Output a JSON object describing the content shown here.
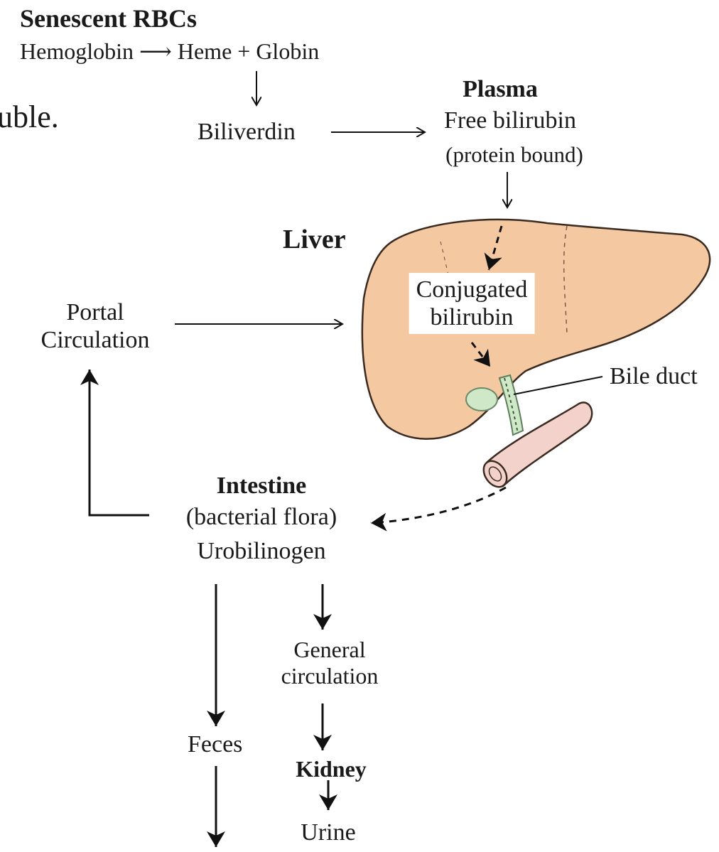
{
  "colors": {
    "liver_fill": "#f4c9a2",
    "liver_stroke": "#3a2a20",
    "duct_fill": "#cfe8c8",
    "intestine_fill": "#f3d2cc",
    "line": "#111111"
  },
  "labels": {
    "title": "Senescent RBCs",
    "eq_hemoglobin": "Hemoglobin",
    "eq_arrow": "⟶",
    "eq_heme": "Heme",
    "eq_plus": "+",
    "eq_globin": "Globin",
    "cropped_text": "uble.",
    "biliverdin": "Biliverdin",
    "plasma": "Plasma",
    "free_bilirubin": "Free bilirubin",
    "protein_bound": "(protein bound)",
    "liver": "Liver",
    "conjugated_1": "Conjugated",
    "conjugated_2": "bilirubin",
    "portal_1": "Portal",
    "portal_2": "Circulation",
    "bile_duct": "Bile duct",
    "intestine": "Intestine",
    "bacterial_flora": "(bacterial flora)",
    "urobilinogen": "Urobilinogen",
    "general_1": "General",
    "general_2": "circulation",
    "feces": "Feces",
    "kidney": "Kidney",
    "urine": "Urine"
  }
}
